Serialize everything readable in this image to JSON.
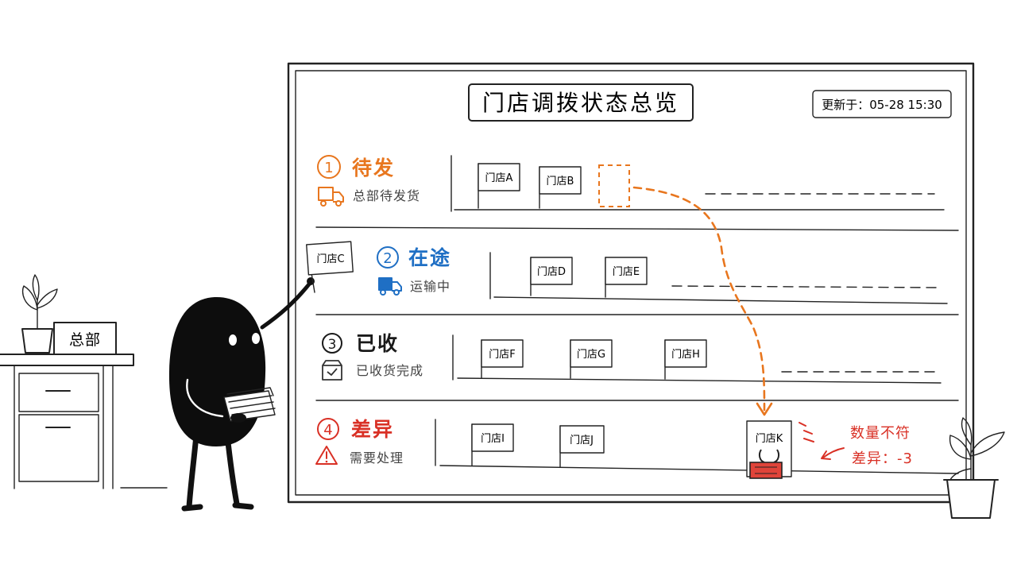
{
  "board": {
    "title": "门店调拨状态总览",
    "updated": "更新于：05-28 15:30"
  },
  "colors": {
    "pending": "#e8761e",
    "in_transit": "#1f6fc4",
    "received": "#1a1a1a",
    "discrepancy": "#d93025"
  },
  "stages": [
    {
      "num": "1",
      "title": "待发",
      "subtitle": "总部待发货",
      "icon": "truck-icon",
      "flags": [
        "门店A",
        "门店B"
      ]
    },
    {
      "num": "2",
      "title": "在途",
      "subtitle": "运输中",
      "icon": "truck-icon",
      "flags": [
        "门店D",
        "门店E"
      ]
    },
    {
      "num": "3",
      "title": "已收",
      "subtitle": "已收货完成",
      "icon": "box-check-icon",
      "flags": [
        "门店F",
        "门店G",
        "门店H"
      ]
    },
    {
      "num": "4",
      "title": "差异",
      "subtitle": "需要处理",
      "icon": "warning-icon",
      "flags": [
        "门店I",
        "门店J",
        "门店K"
      ]
    }
  ],
  "held_flag": "门店C",
  "hq_sign": "总部",
  "discrepancy_note": {
    "line1": "数量不符",
    "line2": "差异：-3"
  }
}
